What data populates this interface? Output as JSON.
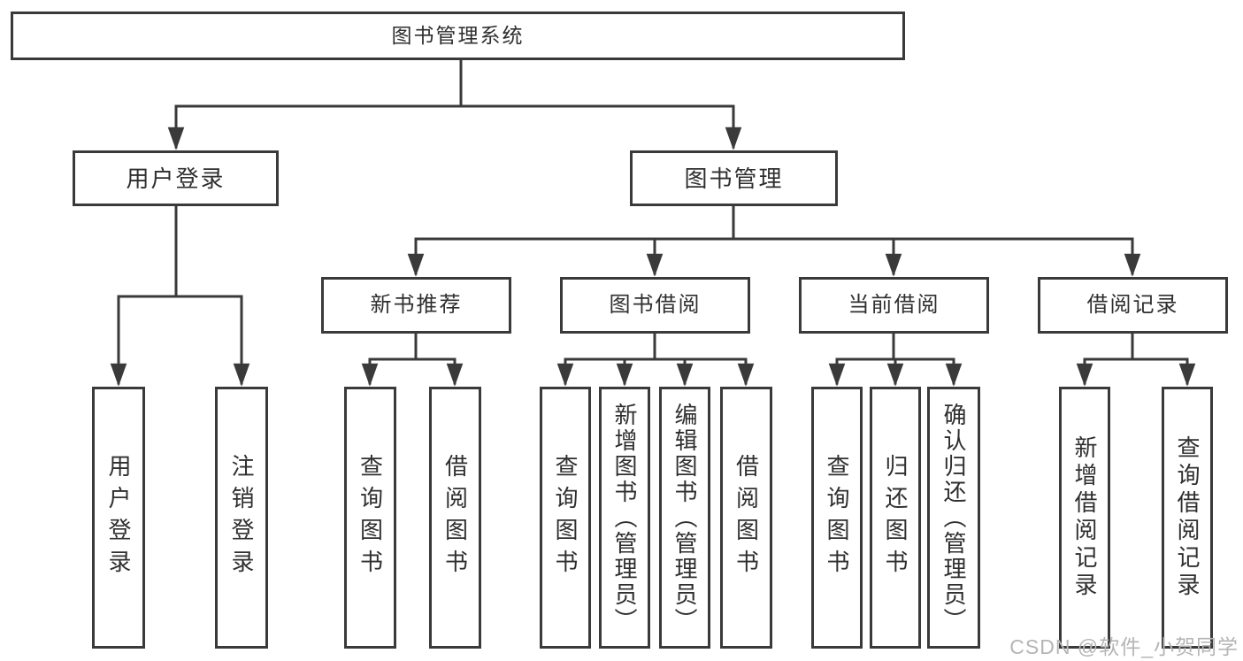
{
  "diagram_type": "hierarchy-tree",
  "tree": {
    "label": "图书管理系统",
    "children": [
      {
        "label": "用户登录",
        "children": [
          {
            "label": "用户登录"
          },
          {
            "label": "注销登录"
          }
        ]
      },
      {
        "label": "图书管理",
        "children": [
          {
            "label": "新书推荐",
            "children": [
              {
                "label": "查询图书"
              },
              {
                "label": "借阅图书"
              }
            ]
          },
          {
            "label": "图书借阅",
            "children": [
              {
                "label": "查询图书"
              },
              {
                "label": "新增图书（管理员）"
              },
              {
                "label": "编辑图书（管理员）"
              },
              {
                "label": "借阅图书"
              }
            ]
          },
          {
            "label": "当前借阅",
            "children": [
              {
                "label": "查询图书"
              },
              {
                "label": "归还图书"
              },
              {
                "label": "确认归还（管理员）"
              }
            ]
          },
          {
            "label": "借阅记录",
            "children": [
              {
                "label": "新增借阅记录"
              },
              {
                "label": "查询借阅记录"
              }
            ]
          }
        ]
      }
    ]
  },
  "watermark": {
    "text": "CSDN @软件_小贺同学"
  },
  "colors": {
    "line": "#3a3a3a",
    "box_border": "#3a3a3a",
    "text": "#2f2f2f",
    "watermark": "#b5b5b5",
    "background": "#ffffff"
  }
}
